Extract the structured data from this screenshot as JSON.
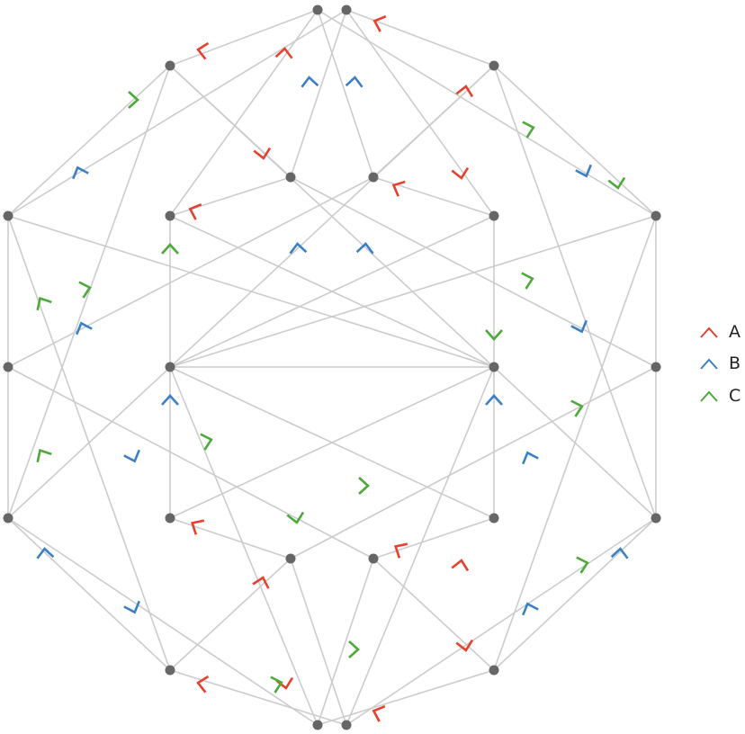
{
  "colors": {
    "edge": "#cccccc",
    "node": "#666666",
    "A": "#e5412e",
    "B": "#3b7fc4",
    "C": "#4ca93a"
  },
  "legend": [
    {
      "label": "A",
      "color": "#e5412e"
    },
    {
      "label": "B",
      "color": "#3b7fc4"
    },
    {
      "label": "C",
      "color": "#4ca93a"
    }
  ]
}
